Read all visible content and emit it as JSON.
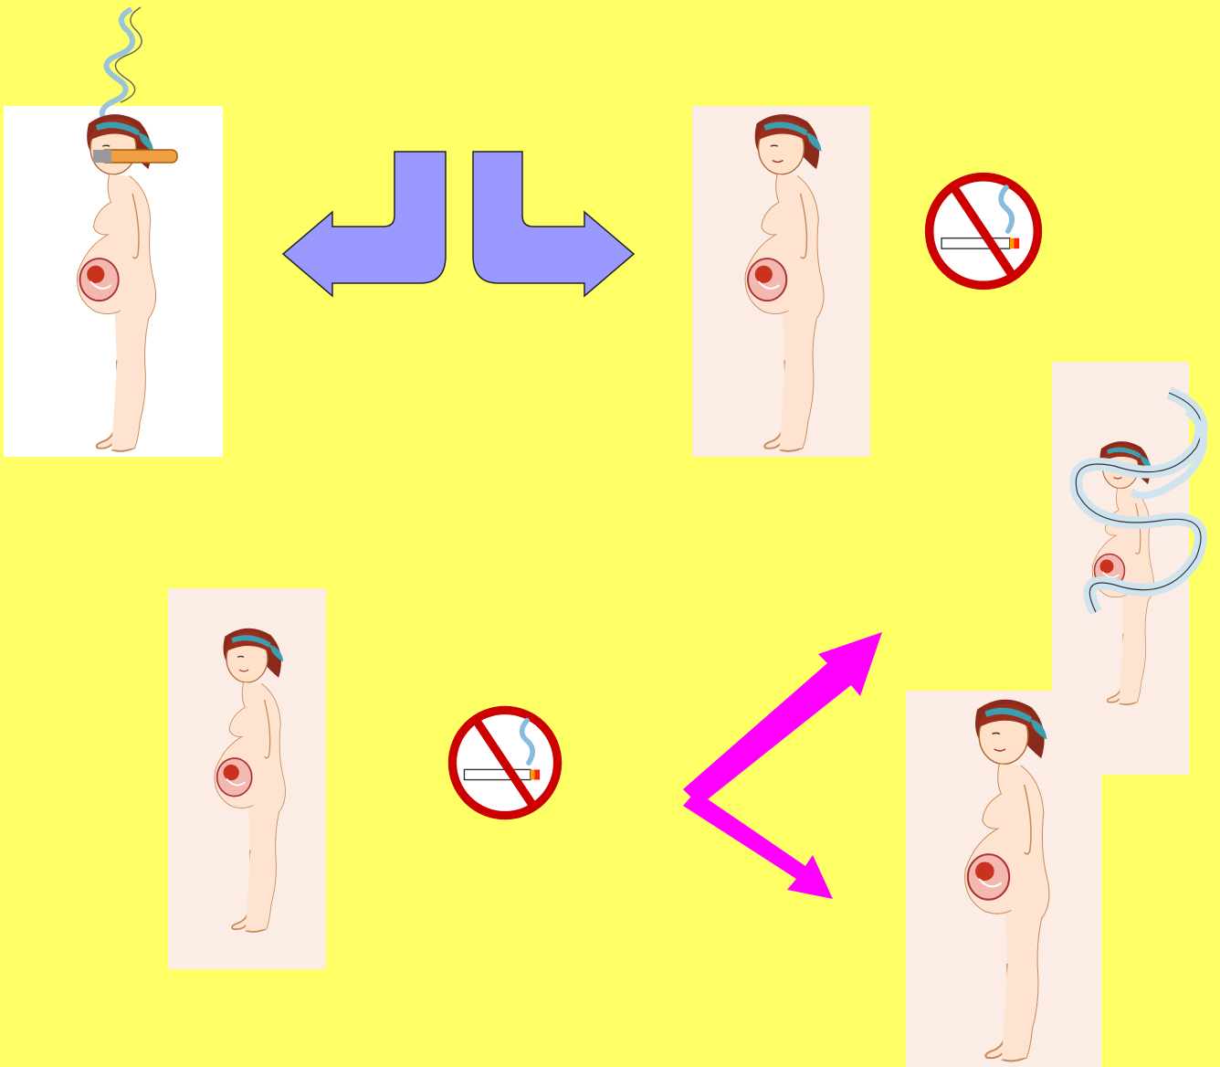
{
  "slide": {
    "background_color": "#ffff66",
    "figures": [
      {
        "id": "smoking-mother",
        "icon": "pregnant-woman-smoking"
      },
      {
        "id": "non-smoking-mother-top",
        "icon": "pregnant-woman"
      },
      {
        "id": "mother-in-smoke",
        "icon": "pregnant-woman-surrounded-by-smoke"
      },
      {
        "id": "non-smoking-mother-bottom-left",
        "icon": "pregnant-woman"
      },
      {
        "id": "non-smoking-mother-bottom-right",
        "icon": "pregnant-woman"
      }
    ],
    "signs": [
      {
        "id": "no-smoking-sign-top",
        "icon": "no-smoking-icon",
        "color": "#cc0000"
      },
      {
        "id": "no-smoking-sign-bottom",
        "icon": "no-smoking-icon",
        "color": "#cc0000"
      }
    ],
    "arrows": [
      {
        "id": "u-arrow-left",
        "icon": "curved-arrow-left-icon",
        "color": "#9999ff"
      },
      {
        "id": "u-arrow-right",
        "icon": "curved-arrow-right-icon",
        "color": "#9999ff"
      },
      {
        "id": "branch-arrow-up",
        "icon": "arrow-up-right-icon",
        "color": "#ff00ff"
      },
      {
        "id": "branch-arrow-down",
        "icon": "arrow-down-right-icon",
        "color": "#ff00ff"
      }
    ]
  }
}
